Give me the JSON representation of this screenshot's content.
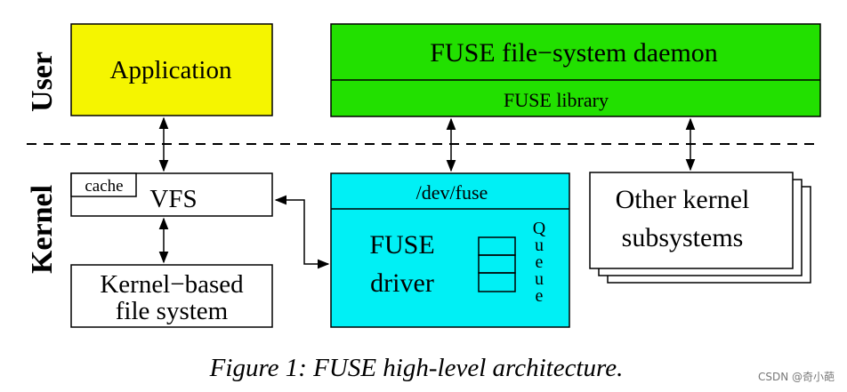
{
  "colors": {
    "application_fill": "#f5f500",
    "daemon_fill": "#22e000",
    "fuse_driver_fill": "#00f0f5",
    "plain_fill": "#ffffff",
    "stroke": "#000000"
  },
  "labels": {
    "user": "User",
    "kernel": "Kernel"
  },
  "boxes": {
    "application": "Application",
    "daemon": "FUSE file−system daemon",
    "library": "FUSE library",
    "cache": "cache",
    "vfs": "VFS",
    "kernel_fs_line1": "Kernel−based",
    "kernel_fs_line2": "file system",
    "dev_fuse": "/dev/fuse",
    "driver_line1": "FUSE",
    "driver_line2": "driver",
    "queue_letters": [
      "Q",
      "u",
      "e",
      "u",
      "e"
    ],
    "other_line1": "Other kernel",
    "other_line2": "subsystems"
  },
  "caption": "Figure 1: FUSE high-level architecture.",
  "watermark": "CSDN @奇小葩"
}
